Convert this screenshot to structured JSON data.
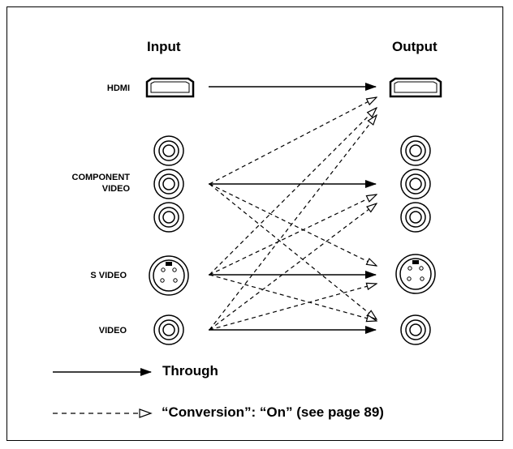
{
  "headers": {
    "input": "Input",
    "output": "Output"
  },
  "labels": {
    "hdmi": "HDMI",
    "component_line1": "COMPONENT",
    "component_line2": "VIDEO",
    "s_video": "S VIDEO",
    "video": "VIDEO"
  },
  "legend": {
    "through": "Through",
    "conversion": "“Conversion”: “On” (see page 89)"
  }
}
